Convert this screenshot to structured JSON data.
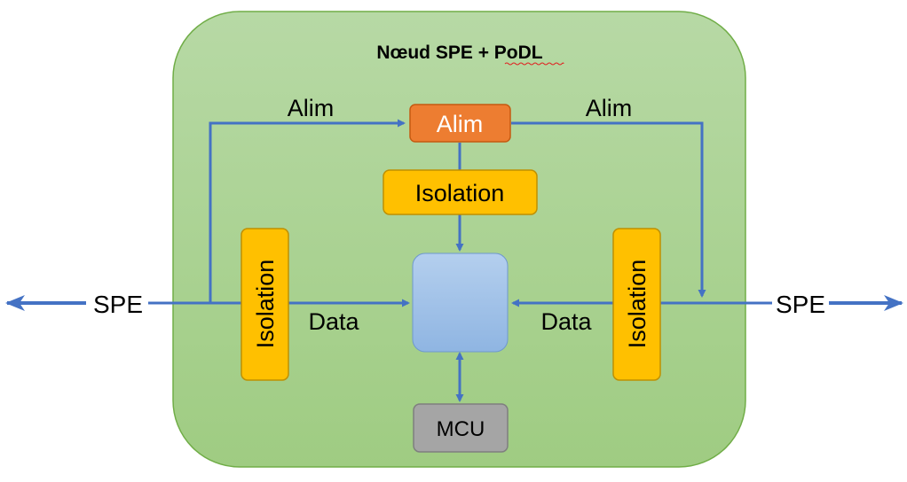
{
  "title": "Nœud SPE + PoDL",
  "labels": {
    "alim_left": "Alim",
    "alim_right": "Alim",
    "spe_left": "SPE",
    "spe_right": "SPE",
    "data_left": "Data",
    "data_right": "Data"
  },
  "blocks": {
    "alim": "Alim",
    "isolation_top": "Isolation",
    "isolation_left": "Isolation",
    "isolation_right": "Isolation",
    "mcu": "MCU"
  },
  "colors": {
    "node_fill": "#a9d18e",
    "node_stroke": "#70ad47",
    "alim_fill": "#ed7d31",
    "isolation_fill": "#ffc000",
    "isolation_stroke": "#bf9000",
    "center_fill": "#9dc3e6",
    "mcu_fill": "#a5a5a5",
    "arrow": "#4472c4"
  }
}
